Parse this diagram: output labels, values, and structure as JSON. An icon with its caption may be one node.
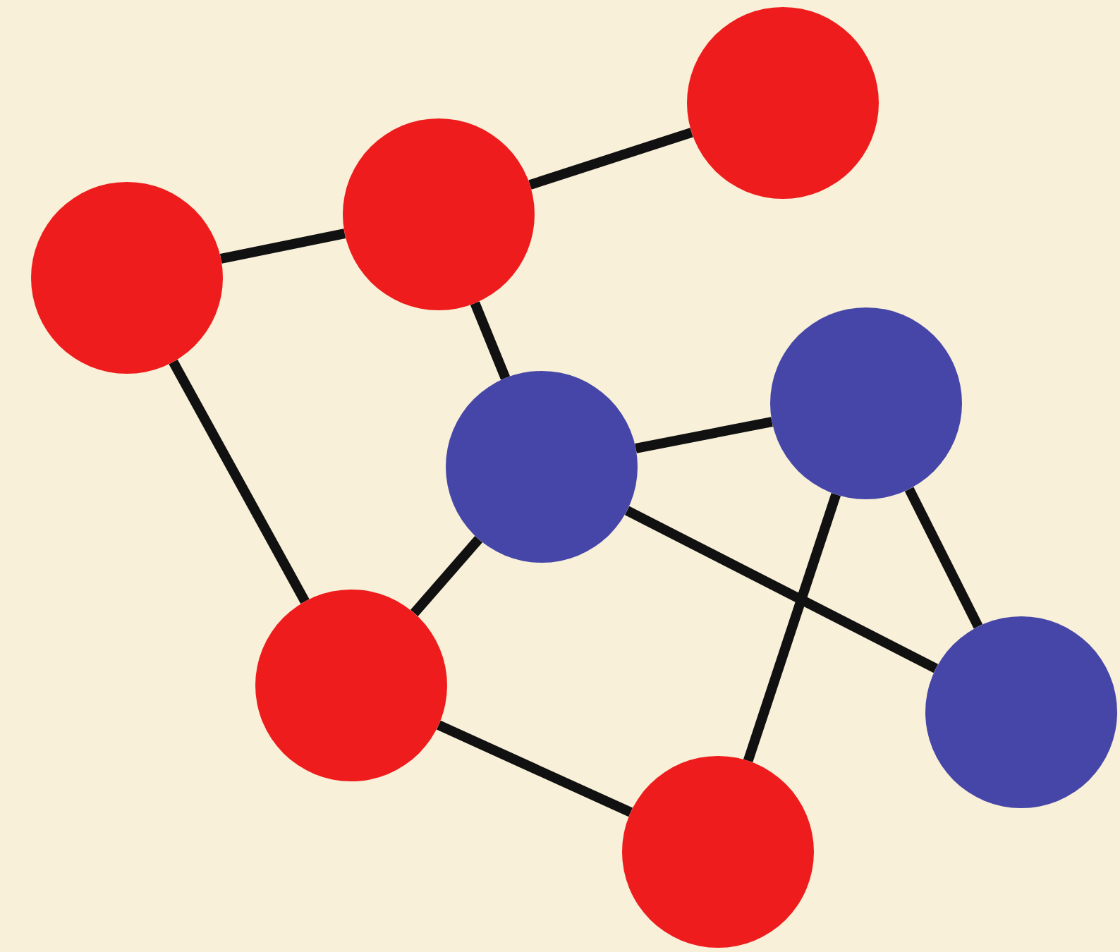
{
  "diagram": {
    "nodes": [
      {
        "text": [],
        "shape": "circle"
      },
      {
        "text": [],
        "shape": "circle"
      },
      {
        "text": [],
        "shape": "circle"
      },
      {
        "text": [],
        "shape": "circle"
      },
      {
        "text": [],
        "shape": "circle"
      },
      {
        "text": [],
        "shape": "circle"
      },
      {
        "text": [],
        "shape": "circle"
      },
      {
        "text": [],
        "shape": "circle"
      }
    ],
    "edges": [
      {
        "from": 1,
        "to": 0,
        "arrow": "none"
      },
      {
        "from": 2,
        "to": 1,
        "arrow": "none"
      },
      {
        "from": 1,
        "to": 4,
        "arrow": "none"
      },
      {
        "from": 2,
        "to": 5,
        "arrow": "none"
      },
      {
        "from": 4,
        "to": 3,
        "arrow": "none"
      },
      {
        "from": 4,
        "to": 5,
        "arrow": "none"
      },
      {
        "from": 4,
        "to": 6,
        "arrow": "none"
      },
      {
        "from": 3,
        "to": 6,
        "arrow": "none"
      },
      {
        "from": 3,
        "to": 7,
        "arrow": "none"
      },
      {
        "from": 5,
        "to": 7,
        "arrow": "none"
      }
    ]
  }
}
